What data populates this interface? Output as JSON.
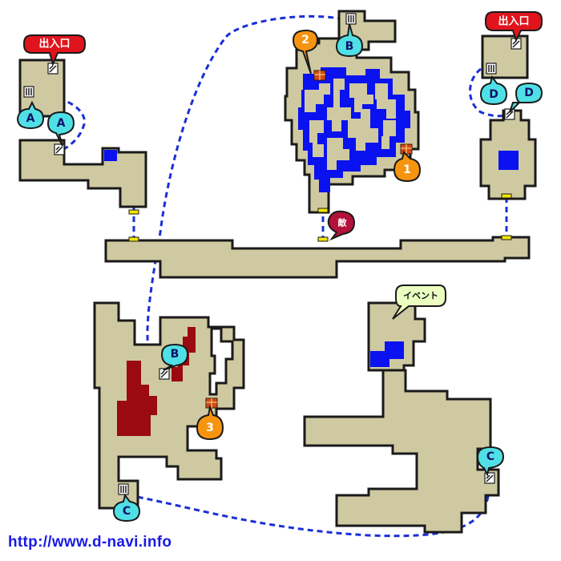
{
  "markers": {
    "entrance_label": "出入口",
    "enemy_label": "敵",
    "event_label": "イベント",
    "warp_a": "A",
    "warp_b": "B",
    "warp_c": "C",
    "warp_d": "D",
    "chest_1": "1",
    "chest_2": "2",
    "chest_3": "3"
  },
  "legend_colors": {
    "floor": "#cfc9a2",
    "water": "#0a12f0",
    "lava": "#9a0a10",
    "warp_link": "#1a2fd6",
    "door": "#f2e600"
  },
  "icons": [
    "stairs-icon",
    "treasure-chest-icon"
  ],
  "footer": {
    "url": "http://www.d-navi.info"
  }
}
